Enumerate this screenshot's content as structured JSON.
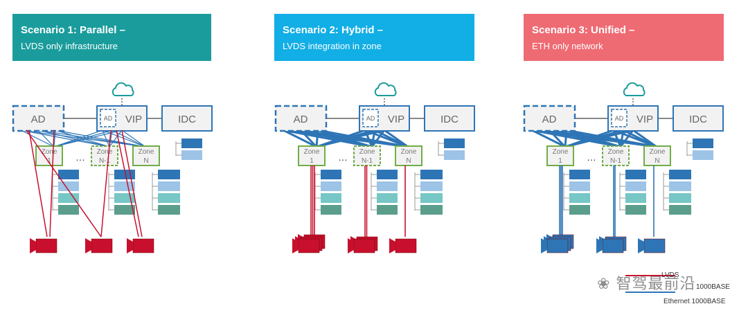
{
  "scenarios": [
    {
      "title": "Scenario 1: Parallel –",
      "subtitle": "LVDS only infrastructure",
      "color": "#1b9c9c",
      "subcolor": "#ffffff",
      "link": "lvds",
      "link_color": "#c8102e",
      "cam_color": "#c8102e"
    },
    {
      "title": "Scenario 2: Hybrid –",
      "subtitle": "LVDS integration in zone",
      "color": "#12aee6",
      "subcolor": "#ffffff",
      "link": "hybrid",
      "link_color": "#c8102e",
      "cam_color": "#c8102e"
    },
    {
      "title": "Scenario 3: Unified –",
      "subtitle": "ETH only network",
      "color": "#ef6b74",
      "subcolor": "#ffffff",
      "link": "eth",
      "link_color": "#2e75b6",
      "cam_color": "#2e75b6"
    }
  ],
  "nodes": {
    "ad": "AD",
    "vip": "VIP",
    "idc": "IDC",
    "ad_small": "AD"
  },
  "zones": [
    {
      "line1": "Zone",
      "line2": "1"
    },
    {
      "line1": "Zone",
      "line2": "N-1"
    },
    {
      "line1": "Zone",
      "line2": "N"
    }
  ],
  "ellipsis": "…",
  "legend": {
    "lvds": "LVDS",
    "eth": "Ethernet 1000BASE",
    "eth_overlap": "1000BASE",
    "lvds_color": "#c8102e",
    "eth_color": "#2e75b6"
  },
  "watermark": "智驾最前沿",
  "colors": {
    "node_border": "#2e75b6",
    "zone_border": "#70ad47",
    "stack": [
      "#2e75b6",
      "#9dc3e6",
      "#76c7c5",
      "#5b9e8c"
    ]
  }
}
